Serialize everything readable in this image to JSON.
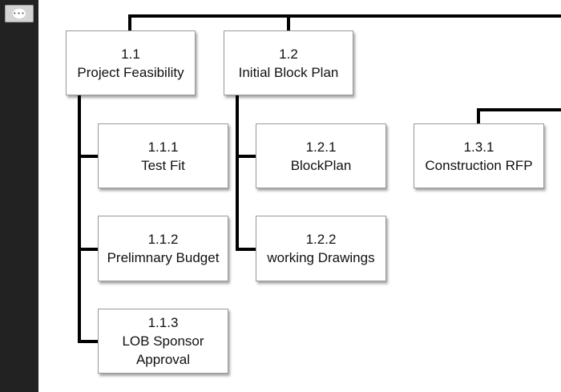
{
  "toolbar": {
    "menu_icon": "more-horizontal-icon",
    "menu_glyph": "•••"
  },
  "wbs": {
    "n1_1": {
      "id": "1.1",
      "label": "Project Feasibility"
    },
    "n1_2": {
      "id": "1.2",
      "label": "Initial Block Plan"
    },
    "n1_1_1": {
      "id": "1.1.1",
      "label": "Test Fit"
    },
    "n1_1_2": {
      "id": "1.1.2",
      "label": "Prelimnary Budget"
    },
    "n1_1_3": {
      "id": "1.1.3",
      "label_line1": "LOB Sponsor",
      "label_line2": "Approval"
    },
    "n1_2_1": {
      "id": "1.2.1",
      "label": "BlockPlan"
    },
    "n1_2_2": {
      "id": "1.2.2",
      "label": "working Drawings"
    },
    "n1_3_1": {
      "id": "1.3.1",
      "label": "Construction RFP"
    }
  },
  "colors": {
    "sidebar": "#222222",
    "connector": "#000000",
    "node_border": "#9a9a9a"
  }
}
